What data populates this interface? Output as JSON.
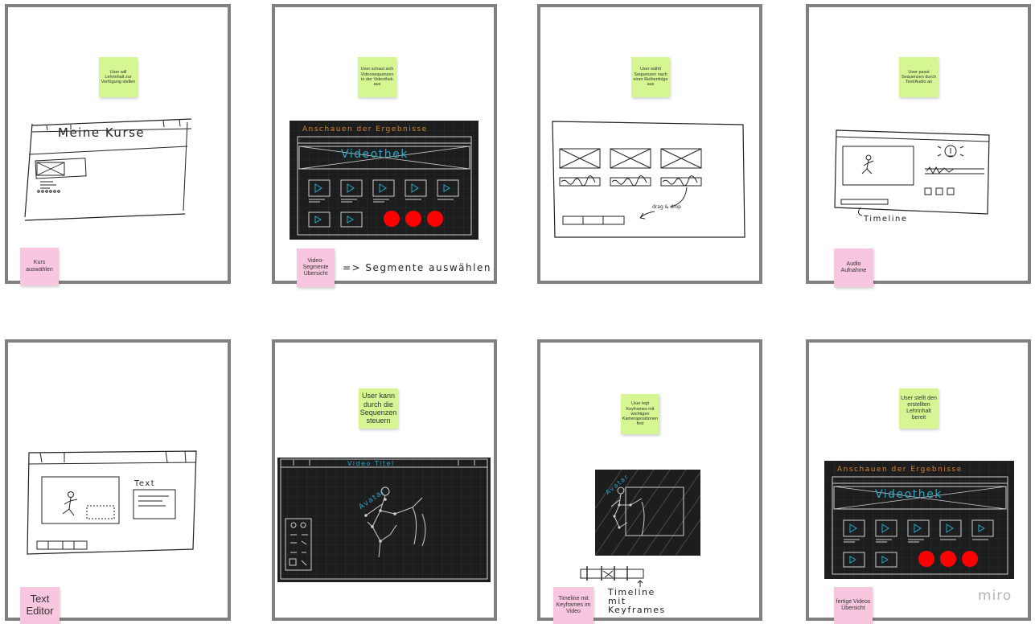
{
  "watermark": "miro",
  "colors": {
    "frame_border": "#808080",
    "sticky_green": "#d5f692",
    "sticky_pink": "#f8c6df",
    "accent_red": "#ff0000",
    "sketch_orange": "#d9822b",
    "sketch_cyan": "#2aa7c9"
  },
  "frames": [
    {
      "task": "User will Lehrinhalt zur Verfügung stellen",
      "step": "Kurs auswählen",
      "sketch_title": "Meine Kurse"
    },
    {
      "task": "User schaut sich Videosequenzen in der Videothek aus",
      "step": "Video-Segmente Übersicht",
      "annotation": "=> Segmente auswählen",
      "sketch_header": "Anschauen der Ergebnisse",
      "sketch_title": "Videothek"
    },
    {
      "task": "User wählt Sequenzen nach einer Reihenfolge aus",
      "sketch_label": "drag & drop"
    },
    {
      "task": "User passt Sequenzen durch Text/Audio an",
      "step": "Audio Aufnahme",
      "sketch_label": "Timeline"
    },
    {
      "step": "Text Editor",
      "sketch_label": "Text"
    },
    {
      "task": "User kann durch die Sequenzen steuern",
      "sketch_title": "Video Titel",
      "sketch_label": "Avatar"
    },
    {
      "task": "User legt Keyframes mit wichtigen Kamerapositionen fest",
      "step": "Timeline mit Keyframes im Video",
      "annotation": "Timeline mit Keyframes",
      "sketch_label": "Avatar"
    },
    {
      "task": "User stellt den erstellten Lehrinhalt bereit",
      "step": "fertige Videos Übersicht",
      "sketch_header": "Anschauen der Ergebnisse",
      "sketch_title": "Videothek"
    }
  ]
}
